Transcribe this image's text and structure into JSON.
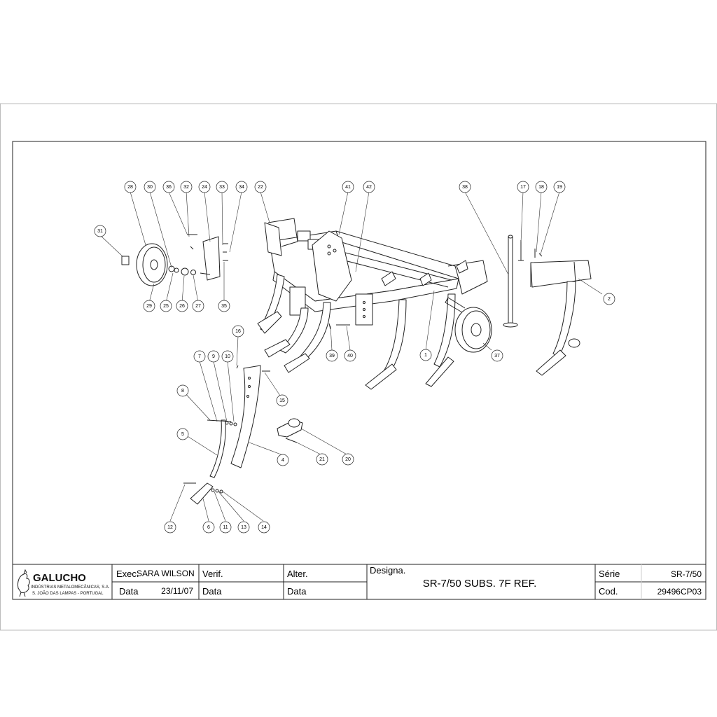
{
  "callouts": [
    "1",
    "2",
    "4",
    "5",
    "6",
    "7",
    "8",
    "9",
    "10",
    "11",
    "12",
    "13",
    "14",
    "15",
    "16",
    "17",
    "18",
    "19",
    "20",
    "21",
    "22",
    "24",
    "25",
    "26",
    "27",
    "28",
    "29",
    "30",
    "31",
    "32",
    "33",
    "34",
    "35",
    "36",
    "37",
    "38",
    "39",
    "40",
    "41",
    "42"
  ],
  "title_block": {
    "company_name": "GALUCHO",
    "company_line1": "INDÚSTRIAS METALOMECÂNICAS, S.A.",
    "company_line2": "S. JOÃO DAS LAMPAS - PORTUGAL",
    "exec_label": "Exec.",
    "exec_value": "SARA WILSON",
    "exec_date_label": "Data",
    "exec_date_value": "23/11/07",
    "verif_label": "Verif.",
    "verif_date_label": "Data",
    "alter_label": "Alter.",
    "alter_date_label": "Data",
    "designa_label": "Designa.",
    "designa_value": "SR-7/50 SUBS. 7F REF.",
    "serie_label": "Série",
    "serie_value": "SR-7/50",
    "cod_label": "Cod.",
    "cod_value": "29496CP03"
  }
}
